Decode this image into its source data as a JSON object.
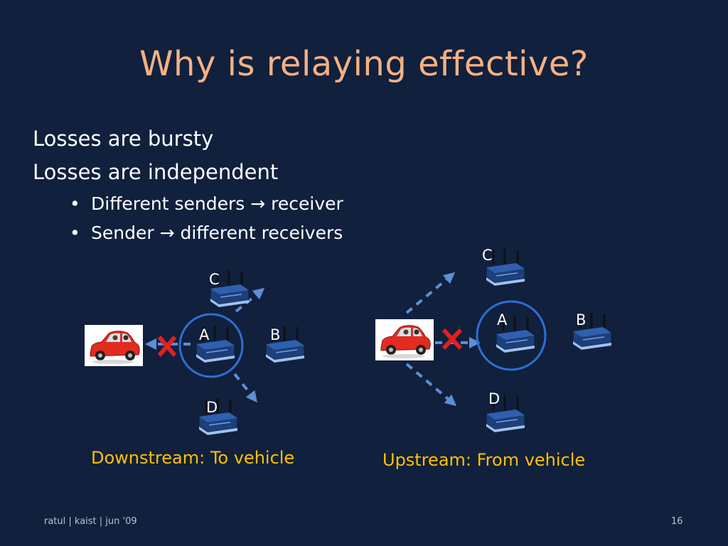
{
  "slide": {
    "title": "Why is relaying effective?",
    "bullets": [
      {
        "text": "Losses are bursty"
      },
      {
        "text": "Losses are independent"
      }
    ],
    "subbullets": [
      {
        "before": "Different senders",
        "after": "receiver"
      },
      {
        "before": "Sender",
        "after": "different receivers"
      }
    ],
    "bullet_symbol": "•",
    "arrow_symbol": "→"
  },
  "diagrams": {
    "downstream": {
      "caption": "Downstream: To vehicle",
      "nodes": {
        "c": "C",
        "a": "A",
        "b": "B",
        "d": "D"
      }
    },
    "upstream": {
      "caption": "Upstream: From vehicle",
      "nodes": {
        "c": "C",
        "a": "A",
        "b": "B",
        "d": "D"
      }
    }
  },
  "footer": {
    "left": "ratul | kaist | jun '09",
    "page_number": "16"
  },
  "colors": {
    "background": "#10203d",
    "title": "#f4b183",
    "caption": "#ffc000",
    "arrow": "#5b8fd6",
    "circle": "#2e6fd1",
    "cross": "#e02020",
    "car": "#e32b20"
  },
  "icons": [
    "car-icon",
    "wireless-router-icon",
    "cross-icon",
    "dashed-arrow-icon"
  ]
}
